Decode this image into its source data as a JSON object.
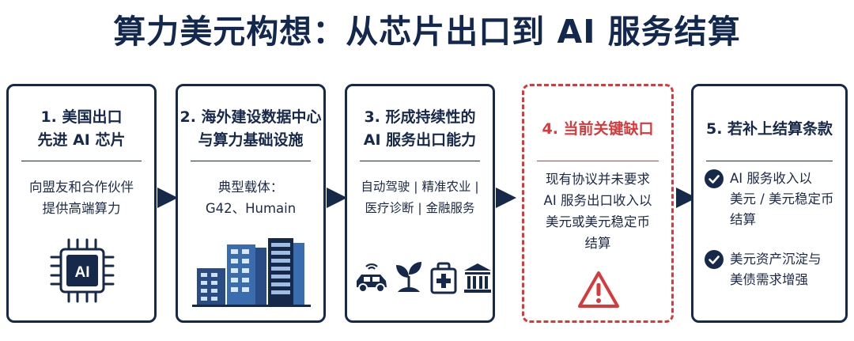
{
  "title": "算力美元构想：从芯片出口到 AI 服务结算",
  "cards": [
    {
      "head": [
        "1. 美国出口",
        "先进 AI 芯片"
      ],
      "body": [
        "向盟友和合作伙伴",
        "提供高端算力"
      ],
      "chip_text": "AI"
    },
    {
      "head": [
        "2. 海外建设数据中心",
        "与算力基础设施"
      ],
      "body": [
        "典型载体：",
        "G42、Humain"
      ]
    },
    {
      "head": [
        "3. 形成持续性的",
        "AI 服务出口能力"
      ],
      "body": [
        "自动驾驶 | 精准农业 |",
        "医疗诊断 | 金融服务"
      ]
    },
    {
      "head": [
        "4. 当前关键缺口"
      ],
      "body": [
        "现有协议并未要求",
        "AI 服务出口收入以",
        "美元或美元稳定币",
        "结算"
      ]
    },
    {
      "head": [
        "5. 若补上结算条款"
      ],
      "checks": [
        [
          "AI 服务收入以",
          "美元 / 美元稳定币",
          "结算"
        ],
        [
          "美元资产沉淀与",
          "美债需求增强"
        ]
      ]
    }
  ],
  "colors": {
    "navy": "#17294b",
    "red": "#d8393b",
    "blue": "#3a6db0"
  },
  "icons": [
    "chip-icon",
    "building-icon",
    "car-icon",
    "plant-icon",
    "medical-kit-icon",
    "bank-icon",
    "warning-icon",
    "check-icon",
    "arrow-right-icon"
  ]
}
